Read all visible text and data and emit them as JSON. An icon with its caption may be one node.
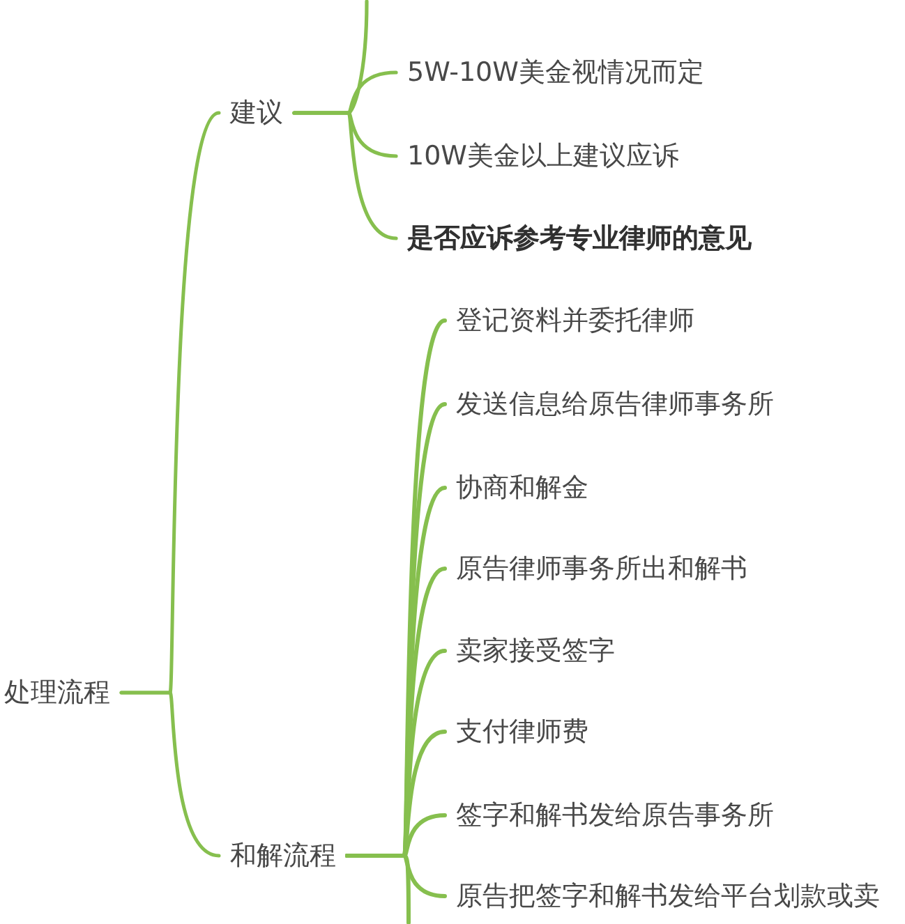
{
  "diagram": {
    "nodes": [
      {
        "text": [
          "处理流程"
        ]
      },
      {
        "text": [
          "建议"
        ]
      },
      {
        "text": [
          "5W-10W美金视情况而定"
        ]
      },
      {
        "text": [
          "10W美金以上建议应诉"
        ]
      },
      {
        "text": [
          "是否应诉参考专业律师的意见"
        ]
      },
      {
        "text": [
          "和解流程"
        ]
      },
      {
        "text": [
          "登记资料并委托律师"
        ]
      },
      {
        "text": [
          "发送信息给原告律师事务所"
        ]
      },
      {
        "text": [
          "协商和解金"
        ]
      },
      {
        "text": [
          "原告律师事务所出和解书"
        ]
      },
      {
        "text": [
          "卖家接受签字"
        ]
      },
      {
        "text": [
          "支付律师费"
        ]
      },
      {
        "text": [
          "签字和解书发给原告事务所"
        ]
      },
      {
        "text": [
          "原告把签字和解书发给平台划款或卖"
        ]
      }
    ],
    "edges": [
      {
        "from": 0,
        "to": 1,
        "arrow": "none"
      },
      {
        "from": 0,
        "to": 5,
        "arrow": "none"
      },
      {
        "from": 1,
        "to": null,
        "arrow": "none"
      },
      {
        "from": 1,
        "to": 2,
        "arrow": "none"
      },
      {
        "from": 1,
        "to": 3,
        "arrow": "none"
      },
      {
        "from": 1,
        "to": 4,
        "arrow": "none"
      },
      {
        "from": 5,
        "to": 6,
        "arrow": "none"
      },
      {
        "from": 5,
        "to": 7,
        "arrow": "none"
      },
      {
        "from": 5,
        "to": 8,
        "arrow": "none"
      },
      {
        "from": 5,
        "to": 9,
        "arrow": "none"
      },
      {
        "from": 5,
        "to": 10,
        "arrow": "none"
      },
      {
        "from": 5,
        "to": 11,
        "arrow": "none"
      },
      {
        "from": 5,
        "to": 12,
        "arrow": "none"
      },
      {
        "from": 5,
        "to": 13,
        "arrow": "none"
      },
      {
        "from": 5,
        "to": null,
        "arrow": "none"
      }
    ]
  }
}
